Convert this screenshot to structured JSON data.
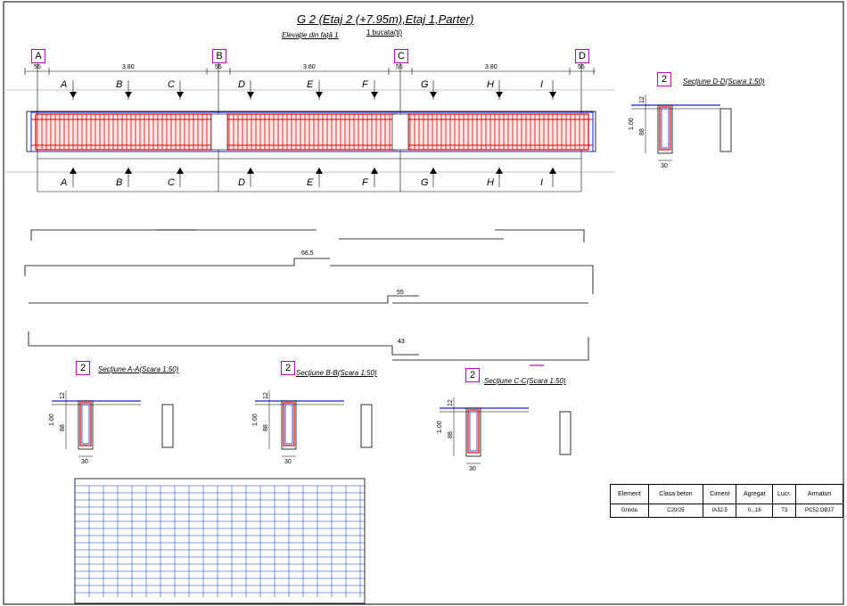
{
  "header": {
    "title": "G 2 (Etaj 2 (+7.95m),Etaj 1,Parter)",
    "subtitle": "Elevație din față 1",
    "quantity": "1 bucata(ti)"
  },
  "axes": [
    {
      "label": "A"
    },
    {
      "label": "B"
    },
    {
      "label": "C"
    },
    {
      "label": "D"
    }
  ],
  "spans": [
    "55",
    "3.80",
    "55",
    "3.80",
    "55",
    "3.80",
    "55"
  ],
  "section_cuts": [
    "A",
    "B",
    "C",
    "D",
    "E",
    "F",
    "G",
    "H",
    "I"
  ],
  "bar_dims": [
    "66.5",
    "55",
    "43"
  ],
  "sections": [
    {
      "tag": "2",
      "title": "Secțiune A-A(Scara 1:50)"
    },
    {
      "tag": "2",
      "title": "Secțiune B-B(Scara 1:50)"
    },
    {
      "tag": "2",
      "title": "Secțiune C-C(Scara 1:50)"
    },
    {
      "tag": "2",
      "title": "Secțiune D-D(Scara 1:50)"
    }
  ],
  "section_dims": {
    "top": "12",
    "height": "1.00",
    "inner": "88",
    "width": "30"
  },
  "spec_table": {
    "headers": [
      "Element",
      "Clasa beton",
      "Ciment",
      "Agregat",
      "Lucr.",
      "Armaturi"
    ],
    "row": [
      "Grinda",
      "C20/25",
      "IA32.5",
      "0...16",
      "T3",
      "PC52,OB37"
    ]
  },
  "colors": {
    "rebar": "#e00000",
    "stirrup_blue": "#1020d0",
    "beam_outline": "#000000",
    "tag_border": "#c000c0",
    "table_grid": "#1030c0"
  }
}
